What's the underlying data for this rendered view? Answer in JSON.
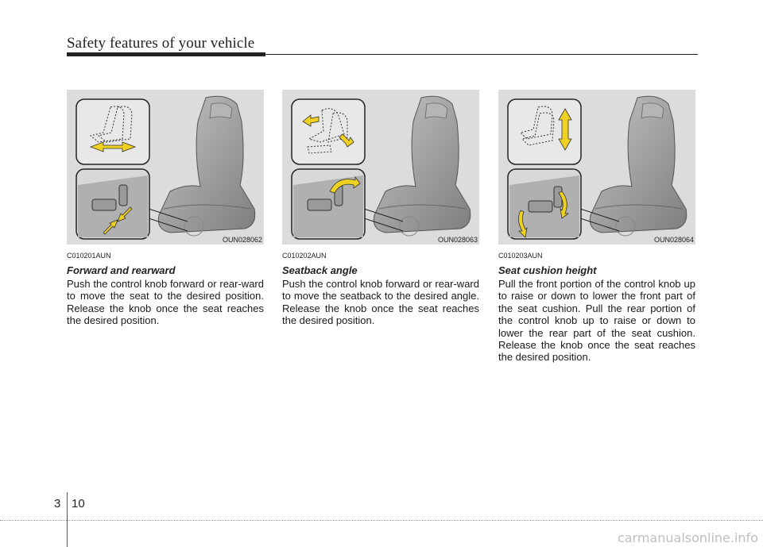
{
  "header": {
    "title": "Safety features of your vehicle"
  },
  "sections": [
    {
      "figure_code": "OUN028062",
      "section_code": "C010201AUN",
      "title": "Forward and rearward",
      "body": "Push the control knob forward or rear-ward to move the seat to the desired position. Release the knob once the seat reaches the desired position."
    },
    {
      "figure_code": "OUN028063",
      "section_code": "C010202AUN",
      "title": "Seatback angle",
      "body": "Push the control knob forward or rear-ward to move the seatback to the desired angle. Release the knob once the seat reaches the desired position."
    },
    {
      "figure_code": "OUN028064",
      "section_code": "C010203AUN",
      "title": "Seat cushion height",
      "body": "Pull the front portion of the control knob up to raise or down to lower the front part of the seat cushion. Pull the rear portion of the control knob up to raise or down to lower the rear part of the seat cushion. Release the knob once the seat reaches the desired position."
    }
  ],
  "footer": {
    "chapter": "3",
    "page": "10",
    "watermark": "carmanualsonline.info"
  },
  "colors": {
    "arrow": "#f0d020",
    "figure_bg": "#dcdcdc",
    "seat": "#9a9a9a"
  }
}
